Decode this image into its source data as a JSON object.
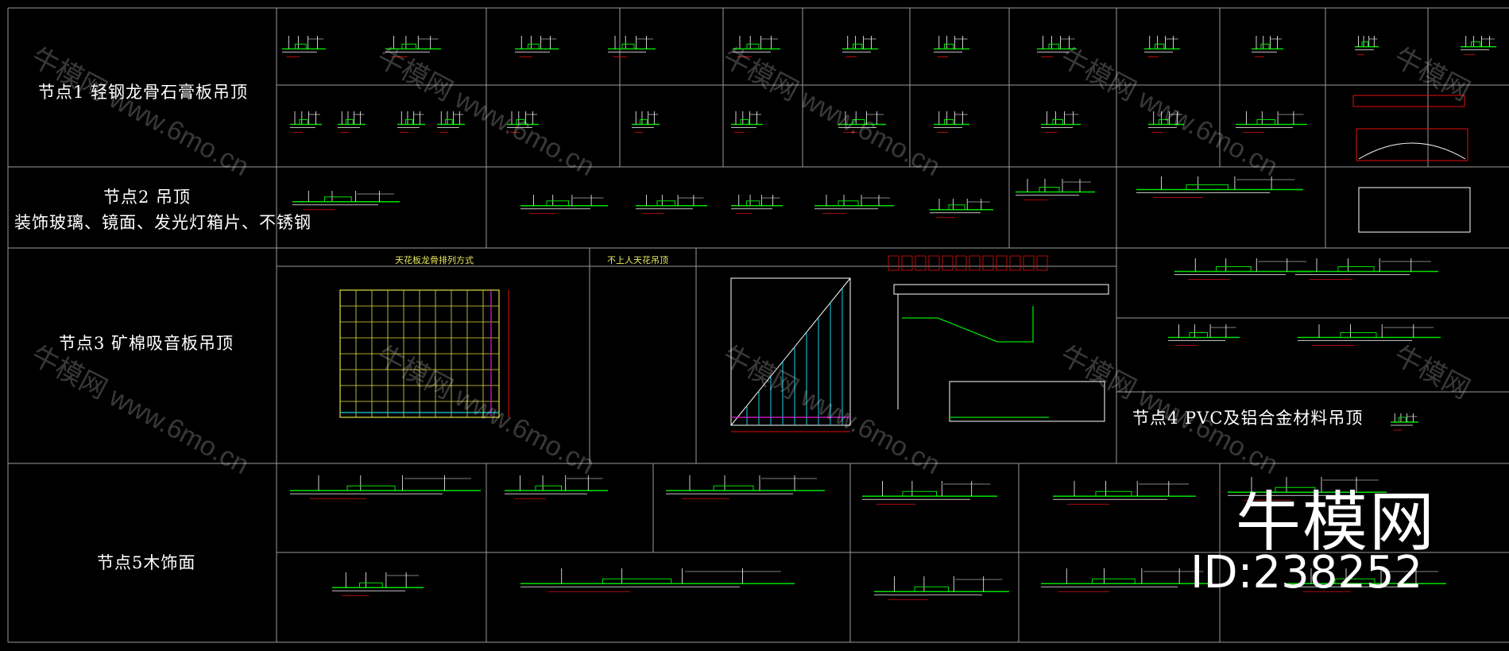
{
  "rows": [
    {
      "label": "节点1  轻钢龙骨石膏板吊顶"
    },
    {
      "label_line1": "节点2 吊顶",
      "label_line2": "装饰玻璃、镜面、发光灯箱片、不锈钢"
    },
    {
      "label": "节点3  矿棉吸音板吊顶"
    },
    {
      "label": "节点4  PVC及铝合金材料吊顶"
    },
    {
      "label": "节点5木饰面"
    }
  ],
  "panel_headers": {
    "ceiling_layout": "天花板龙骨排列方式",
    "non_access": "不上人天花吊顶"
  },
  "watermark": {
    "brand": "牛模网",
    "url": "www.6mo.cn"
  },
  "brand_stamp": {
    "name": "牛模网",
    "id": "ID:238252"
  },
  "colors": {
    "background": "#000000",
    "grid": "#9a9a9a",
    "line_green": "#00e000",
    "line_white": "#ffffff",
    "line_red": "#e01010",
    "line_cyan": "#20d0e0",
    "line_magenta": "#e020e0",
    "line_yellow": "#e0e040"
  }
}
